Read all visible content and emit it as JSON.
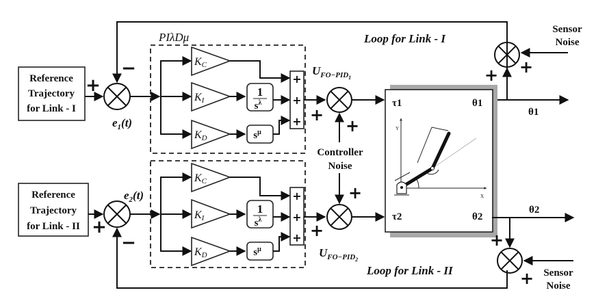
{
  "diagram": {
    "title": "Dual-loop FOPID control of a two-link robotic manipulator",
    "controller_block_label": "PIλDμ",
    "links": [
      {
        "reference_block": [
          "Reference",
          "Trajectory",
          "for Link - I"
        ],
        "error_label": "e1(t)",
        "error_main": "e",
        "error_sub": "1",
        "error_tail": "(t)",
        "gains": [
          "KC",
          "KI",
          "KD"
        ],
        "gain_main": "K",
        "gain_subs": [
          "C",
          "I",
          "D"
        ],
        "integrator": {
          "numerator": "1",
          "denominator": "s",
          "exponent": "λ"
        },
        "differentiator": {
          "base": "s",
          "exponent": "μ"
        },
        "summer_signs": [
          "+",
          "+",
          "+"
        ],
        "control_output_main": "U",
        "control_output_sub": "FO−PID",
        "control_output_index": "1",
        "torque": "τ1",
        "plant_output": "θ1",
        "output_signal": "θ1",
        "loop_label": "Loop for Link - I",
        "sensor_noise_label": [
          "Sensor",
          "Noise"
        ],
        "ref_sign": "+",
        "feedback_sign": "−",
        "sensor_signs": [
          "+",
          "+"
        ],
        "control_signs": [
          "+",
          "+"
        ]
      },
      {
        "reference_block": [
          "Reference",
          "Trajectory",
          "for Link - II"
        ],
        "error_label": "e2(t)",
        "error_main": "e",
        "error_sub": "2",
        "error_tail": "(t)",
        "gains": [
          "KC",
          "KI",
          "KD"
        ],
        "gain_main": "K",
        "gain_subs": [
          "C",
          "I",
          "D"
        ],
        "integrator": {
          "numerator": "1",
          "denominator": "s",
          "exponent": "λ"
        },
        "differentiator": {
          "base": "s",
          "exponent": "μ"
        },
        "summer_signs": [
          "+",
          "+",
          "+"
        ],
        "control_output_main": "U",
        "control_output_sub": "FO−PID",
        "control_output_index": "2",
        "torque": "τ2",
        "plant_output": "θ2",
        "output_signal": "θ2",
        "loop_label": "Loop for Link - II",
        "sensor_noise_label": [
          "Sensor",
          "Noise"
        ],
        "ref_sign": "+",
        "feedback_sign": "−",
        "sensor_signs": [
          "+",
          "+"
        ],
        "control_signs": [
          "+",
          "+"
        ]
      }
    ],
    "controller_noise_label": [
      "Controller",
      "Noise"
    ],
    "robot_arm_labels": {
      "y_axis": "Y",
      "x_axis": "X"
    }
  }
}
